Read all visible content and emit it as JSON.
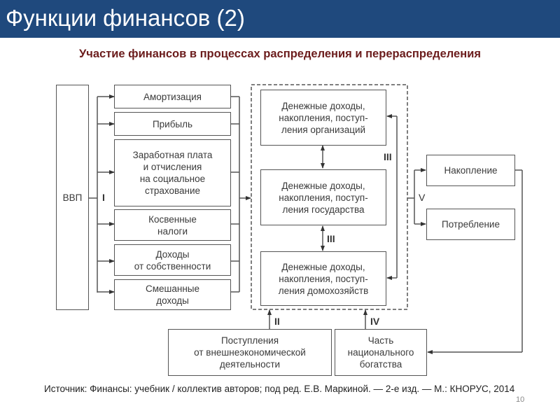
{
  "header": {
    "title": "Функции финансов (2)",
    "subtitle": "Участие финансов в процессах распределения и перераспределения",
    "bg_color": "#1f497d",
    "subtitle_color": "#6b1c1c"
  },
  "diagram": {
    "gdp": "ВВП",
    "left_boxes": [
      "Амортизация",
      "Прибыль",
      "Заработная плата\nи отчисления\nна социальное\nстрахование",
      "Косвенные\nналоги",
      "Доходы\nот собственности",
      "Смешанные\nдоходы"
    ],
    "center_boxes": [
      "Денежные доходы,\nнакопления, поступ-\nления организаций",
      "Денежные доходы,\nнакопления, поступ-\nления государства",
      "Денежные доходы,\nнакопления, поступ-\nления домохозяйств"
    ],
    "right_boxes": [
      "Накопление",
      "Потребление"
    ],
    "bottom_boxes": [
      "Поступления\nот внешнеэкономической\nдеятельности",
      "Часть\nнационального\nбогатства"
    ],
    "labels": {
      "i": "I",
      "ii": "II",
      "iii_top": "III",
      "iii_mid": "III",
      "iv": "IV",
      "v": "V"
    }
  },
  "footer": {
    "source": "Источник: Финансы: учебник / коллектив авторов; под ред. Е.В. Маркиной. — 2-е изд. — М.: КНОРУС, 2014",
    "page_number": "10"
  }
}
